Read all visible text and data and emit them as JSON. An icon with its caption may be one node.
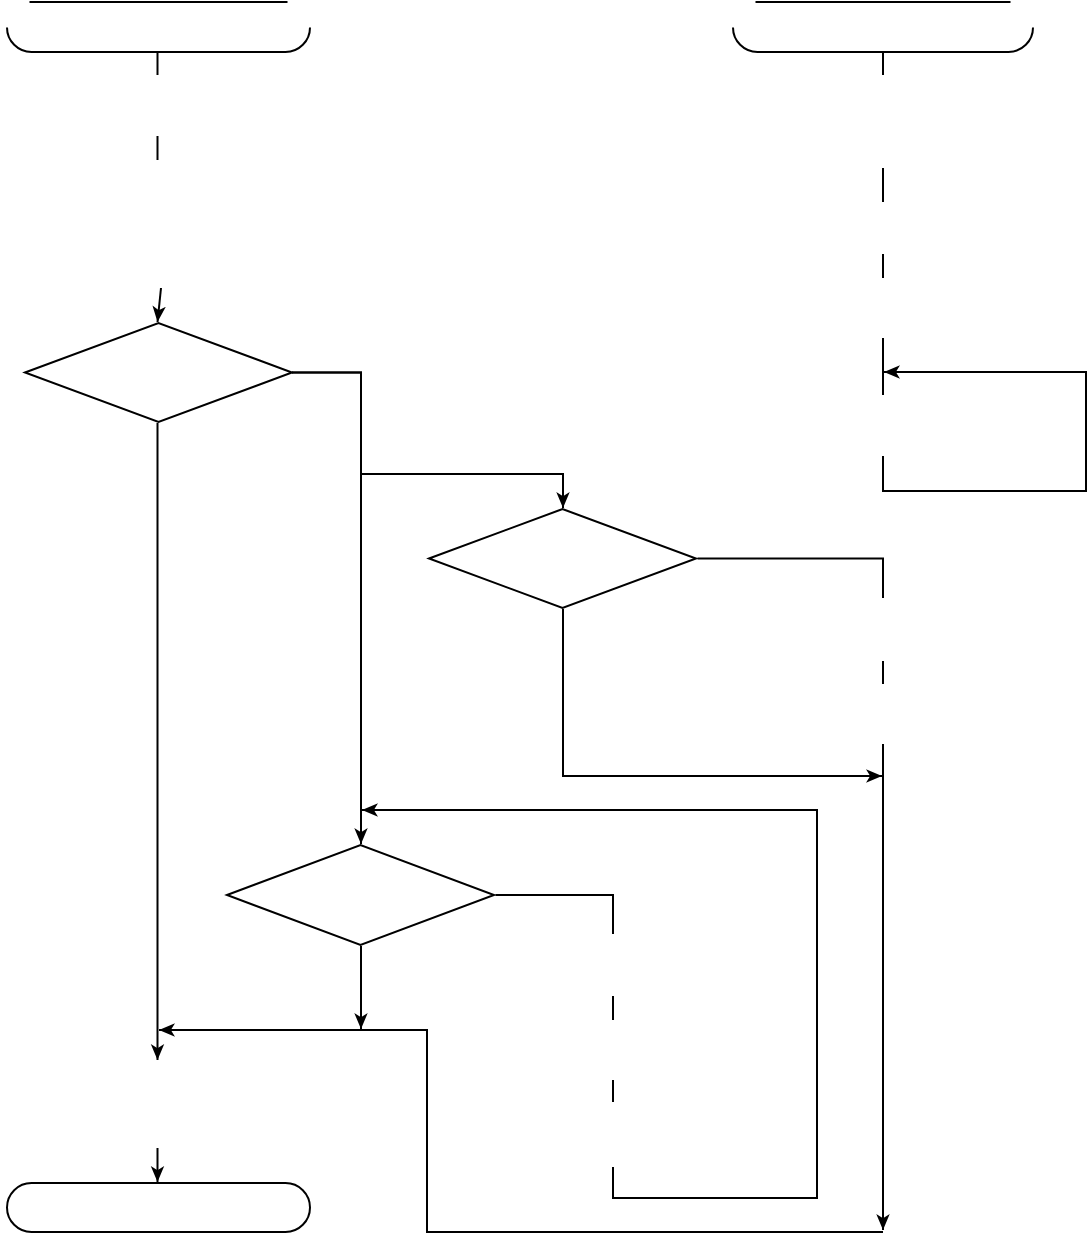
{
  "diagram": {
    "nodes": [
      {
        "text": [],
        "shape": "stadium"
      },
      {
        "text": [],
        "shape": "stadium"
      },
      {
        "text": [],
        "shape": "diamond"
      },
      {
        "text": [],
        "shape": "diamond"
      },
      {
        "text": [],
        "shape": "diamond"
      },
      {
        "text": [],
        "shape": "stadium"
      }
    ],
    "edges": [
      {
        "from": 0,
        "to": null,
        "arrow": "none"
      },
      {
        "from": null,
        "to": 2,
        "arrow": "to"
      },
      {
        "from": 1,
        "to": null,
        "arrow": "none"
      },
      {
        "from": 2,
        "to": 3,
        "arrow": "to"
      },
      {
        "from": 2,
        "to": 4,
        "arrow": "to"
      },
      {
        "from": 3,
        "to": null,
        "arrow": "to"
      },
      {
        "from": 3,
        "to": null,
        "arrow": "none"
      },
      {
        "from": 4,
        "to": null,
        "arrow": "none"
      },
      {
        "from": 4,
        "to": null,
        "arrow": "to"
      },
      {
        "from": 2,
        "to": null,
        "arrow": "to"
      },
      {
        "from": null,
        "to": 5,
        "arrow": "to"
      }
    ]
  }
}
